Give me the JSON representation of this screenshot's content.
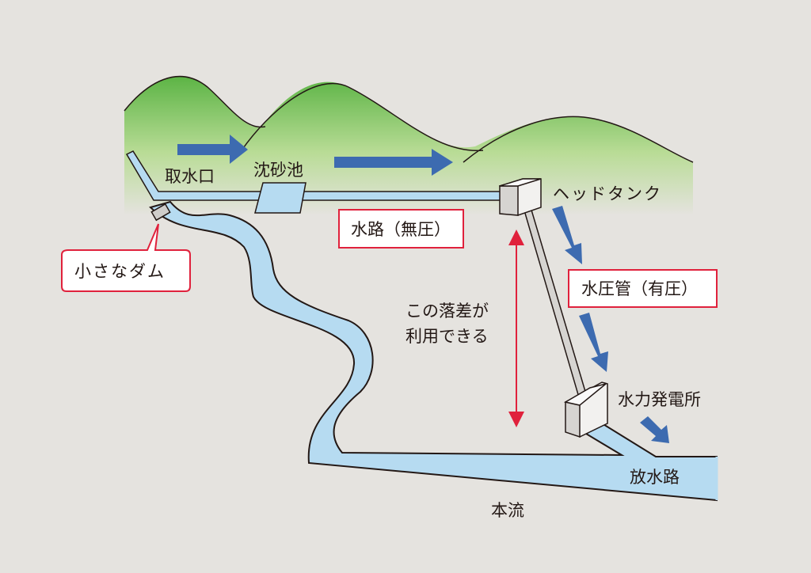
{
  "labels": {
    "intake": "取水口",
    "settling_basin": "沈砂池",
    "head_tank": "ヘッドタンク",
    "waterway": "水路（無圧）",
    "small_dam": "小さなダム",
    "penstock": "水圧管（有圧）",
    "head_drop_line1": "この落差が",
    "head_drop_line2": "利用できる",
    "power_station": "水力発電所",
    "tailrace": "放水路",
    "main_stream": "本流"
  },
  "colors": {
    "background": "#e5e3df",
    "hill_top": "#5cb445",
    "water": "#b6dbf1",
    "flow_arrow": "#3d6bb0",
    "accent_red": "#e0213c"
  }
}
